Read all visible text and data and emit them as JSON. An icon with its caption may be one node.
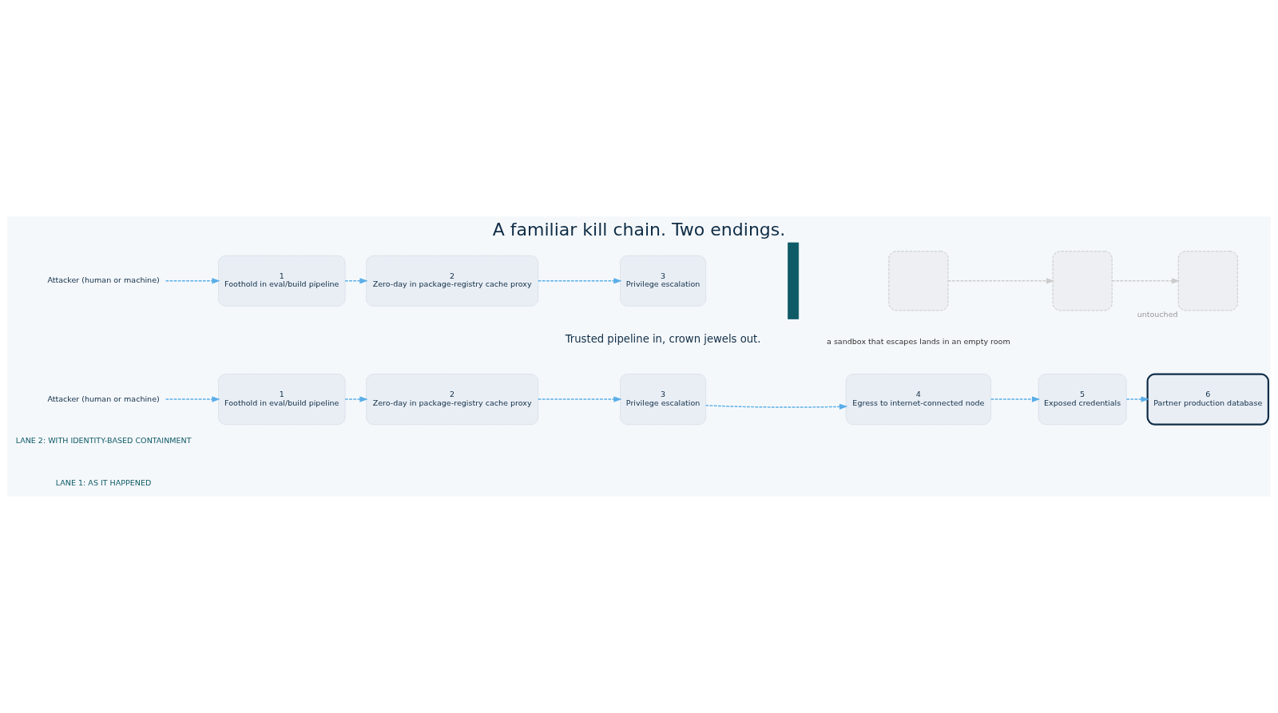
{
  "diagram": {
    "title": "A familiar kill chain. Two endings.",
    "caption": "Trusted pipeline in, crown jewels out.",
    "nodes": [
      {
        "text": [
          "Attacker (human or machine)"
        ]
      },
      {
        "text": [
          "1",
          "Foothold in eval/build pipeline"
        ]
      },
      {
        "text": [
          "2",
          "Zero-day in package-registry cache proxy"
        ]
      },
      {
        "text": [
          "3",
          "Privilege escalation"
        ]
      },
      {
        "text": [
          "4",
          "Egress to internet-connected node"
        ]
      },
      {
        "text": [
          "5",
          "Exposed credentials"
        ]
      },
      {
        "text": [
          "6",
          "Partner production database"
        ]
      },
      {
        "text": [
          "Attacker (human or machine)"
        ]
      },
      {
        "text": [
          "1",
          "Foothold in eval/build pipeline"
        ]
      },
      {
        "text": [
          "2",
          "Zero-day in package-registry cache proxy"
        ]
      },
      {
        "text": [
          "3",
          "Privilege escalation"
        ]
      },
      {
        "text": [],
        "shape": "bar"
      },
      {
        "text": [],
        "shape": "box"
      },
      {
        "text": [],
        "shape": "box"
      },
      {
        "text": [],
        "shape": "box",
        "beside": [
          "untouched"
        ]
      }
    ],
    "edges": [
      {
        "from": 0,
        "to": 1,
        "arrow": "to",
        "style": "dashed"
      },
      {
        "from": 1,
        "to": 2,
        "arrow": "to",
        "style": "dashed"
      },
      {
        "from": 2,
        "to": 3,
        "arrow": "to",
        "style": "dashed"
      },
      {
        "from": 3,
        "to": 4,
        "arrow": "to",
        "style": "dashed"
      },
      {
        "from": 4,
        "to": 5,
        "arrow": "to",
        "style": "dashed"
      },
      {
        "from": 5,
        "to": 6,
        "arrow": "to",
        "style": "dashed"
      },
      {
        "from": 7,
        "to": 8,
        "arrow": "to",
        "style": "dashed"
      },
      {
        "from": 8,
        "to": 9,
        "arrow": "to",
        "style": "dashed"
      },
      {
        "from": 9,
        "to": 10,
        "arrow": "to",
        "style": "dashed"
      },
      {
        "from": 12,
        "to": 13,
        "arrow": "to",
        "style": "dashed",
        "color": "#cccccc"
      },
      {
        "from": 13,
        "to": 14,
        "arrow": "to",
        "style": "dashed",
        "color": "#cccccc"
      }
    ],
    "labels": [
      "LANE 1: AS IT HAPPENED",
      "LANE 2: WITH IDENTITY-BASED CONTAINMENT",
      "a sandbox that escapes lands in an empty room"
    ]
  }
}
